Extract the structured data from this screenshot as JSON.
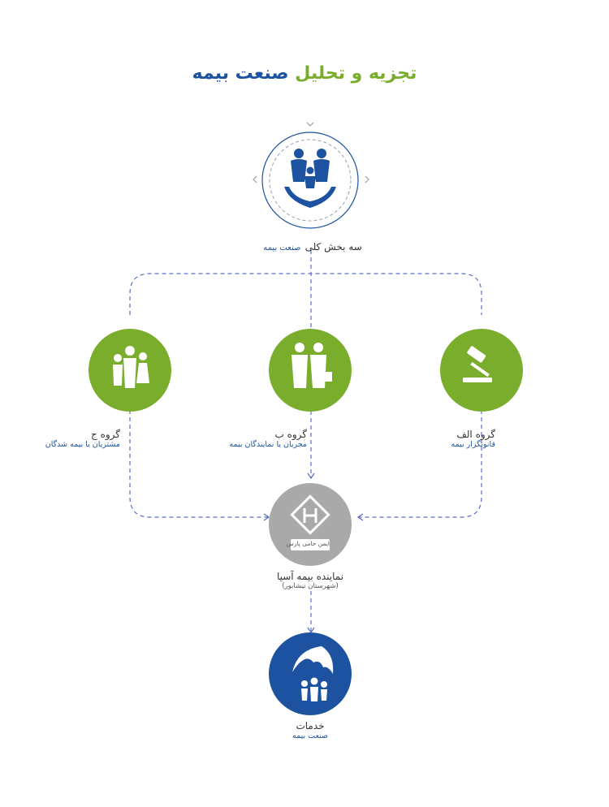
{
  "title": {
    "part1": "تجزیه و تحلیل",
    "part2": "صنعت بیمه"
  },
  "top_node": {
    "label": "سه بخش کلی",
    "sublabel": "صنعت بیمه"
  },
  "group_a": {
    "label": "گروه الف",
    "sublabel": "قانونگزار بیمه"
  },
  "group_b": {
    "label": "گروه ب",
    "sublabel": "مجریان یا نمایندگان بیمه"
  },
  "group_c": {
    "label": "گروه ج",
    "sublabel": "مشتریان یا بیمه شدگان"
  },
  "agent": {
    "label": "نماینده بیمه آسیا",
    "sublabel": "(شهرستان نیشابور)",
    "logo_text": "ایمن حامی پارس"
  },
  "services": {
    "label": "خدمات",
    "sublabel": "صنعت بیمه"
  },
  "colors": {
    "green": "#7aad2c",
    "blue": "#1d52a0",
    "gray": "#a9a9a9",
    "line": "#5b6fc4"
  }
}
